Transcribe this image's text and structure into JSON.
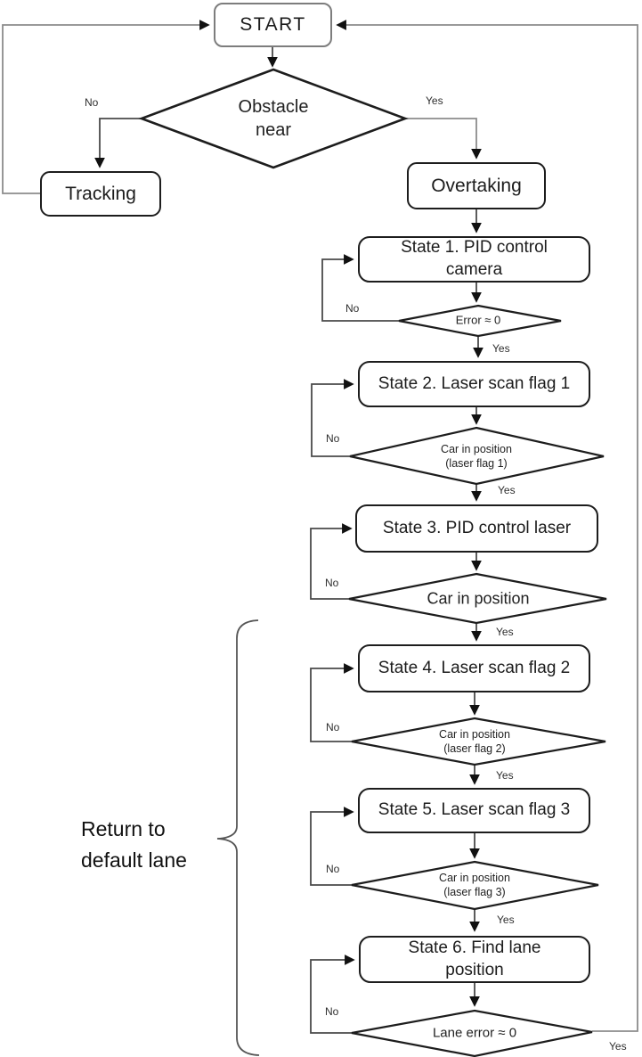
{
  "flowchart": {
    "nodes": {
      "start": "START",
      "tracking": "Tracking",
      "overtaking": "Overtaking",
      "state1": "State 1. PID control camera",
      "state2": "State 2. Laser scan flag 1",
      "state3": "State 3. PID control laser",
      "state4": "State 4. Laser scan flag 2",
      "state5": "State 5. Laser scan flag 3",
      "state6": "State 6. Find lane position"
    },
    "decisions": {
      "obstacle": "Obstacle near",
      "error_zero": "Error ≈ 0",
      "car_in_position_flag1": "Car in position (laser flag 1)",
      "car_in_position": "Car in position",
      "car_in_position_flag2": "Car in position (laser flag 2)",
      "car_in_position_flag3": "Car in position (laser flag 3)",
      "lane_error_zero": "Lane error ≈ 0"
    },
    "edge_labels": {
      "yes": "Yes",
      "no": "No"
    },
    "annotation": "Return to default lane",
    "colors": {
      "line": "#4a4a4a",
      "light_line": "#8c8c8c",
      "shape_border": "#1d1d1d",
      "arrowhead": "#111111",
      "background": "#ffffff"
    }
  }
}
